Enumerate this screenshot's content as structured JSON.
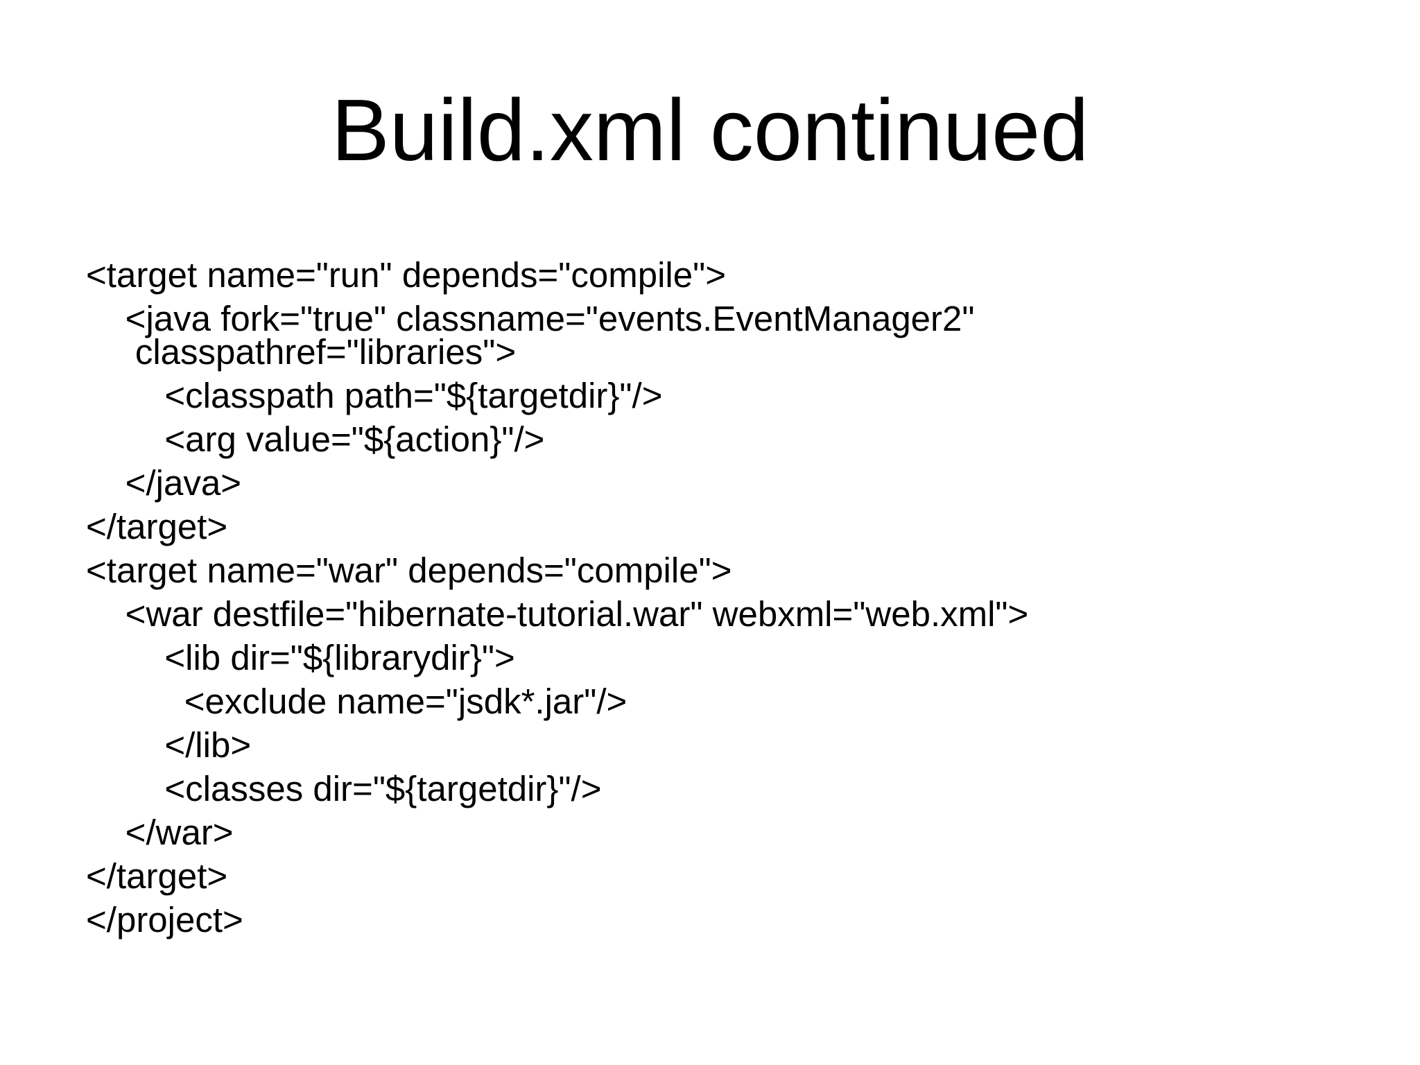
{
  "slide": {
    "title": "Build.xml continued",
    "code_lines": [
      {
        "text": "<target name=\"run\" depends=\"compile\">",
        "wrap": false
      },
      {
        "text": "    <java fork=\"true\" classname=\"events.EventManager2\"",
        "wrap": false
      },
      {
        "text": "     classpathref=\"libraries\">",
        "wrap": true
      },
      {
        "text": "        <classpath path=\"${targetdir}\"/>",
        "wrap": false
      },
      {
        "text": "        <arg value=\"${action}\"/>",
        "wrap": false
      },
      {
        "text": "    </java>",
        "wrap": false
      },
      {
        "text": "</target>",
        "wrap": false
      },
      {
        "text": "<target name=\"war\" depends=\"compile\">",
        "wrap": false
      },
      {
        "text": "    <war destfile=\"hibernate-tutorial.war\" webxml=\"web.xml\">",
        "wrap": false
      },
      {
        "text": "        <lib dir=\"${librarydir}\">",
        "wrap": false
      },
      {
        "text": "          <exclude name=\"jsdk*.jar\"/>",
        "wrap": false
      },
      {
        "text": "        </lib>",
        "wrap": false
      },
      {
        "text": "        <classes dir=\"${targetdir}\"/>",
        "wrap": false
      },
      {
        "text": "    </war>",
        "wrap": false
      },
      {
        "text": "</target>",
        "wrap": false
      },
      {
        "text": "</project>",
        "wrap": false
      }
    ]
  },
  "colors": {
    "background": "#ffffff",
    "text": "#000000"
  }
}
